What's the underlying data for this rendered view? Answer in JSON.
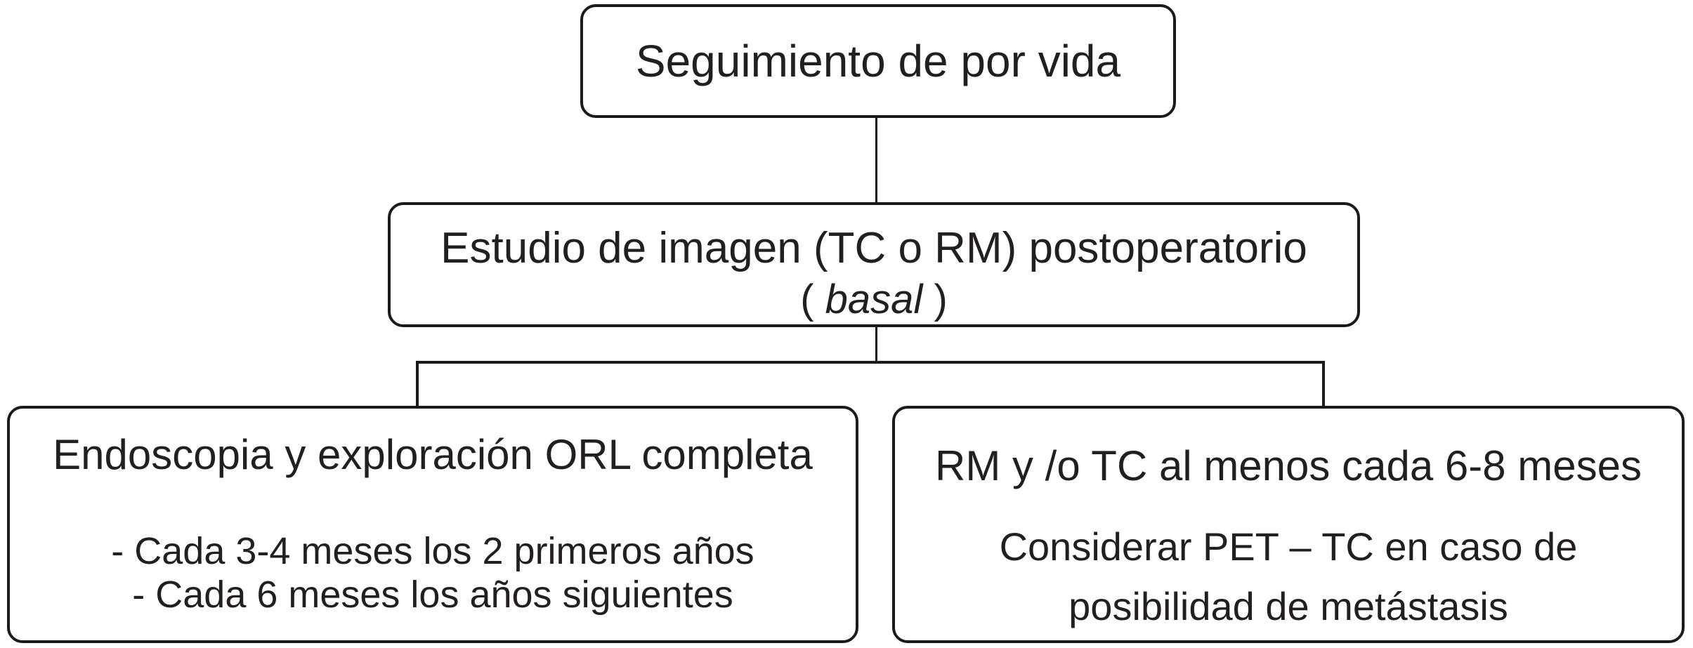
{
  "diagram": {
    "colors": {
      "border": "#1a1a1a",
      "text": "#231f20",
      "background": "#ffffff"
    },
    "lifetime_box": {
      "label": "Seguimiento de por vida"
    },
    "baseline_box": {
      "line1": "Estudio de imagen (TC o RM) postoperatorio",
      "line2_open": "( ",
      "line2_italic": "basal",
      "line2_close": " )"
    },
    "endoscopy_box": {
      "title": "Endoscopia y exploración ORL completa",
      "bullets": [
        "- Cada 3-4 meses los 2 primeros años",
        "- Cada 6 meses los años siguientes"
      ]
    },
    "imaging_box": {
      "title": "RM y /o TC al menos cada 6-8 meses",
      "note_line1": "Considerar PET – TC en caso de",
      "note_line2": "posibilidad de metástasis"
    }
  }
}
